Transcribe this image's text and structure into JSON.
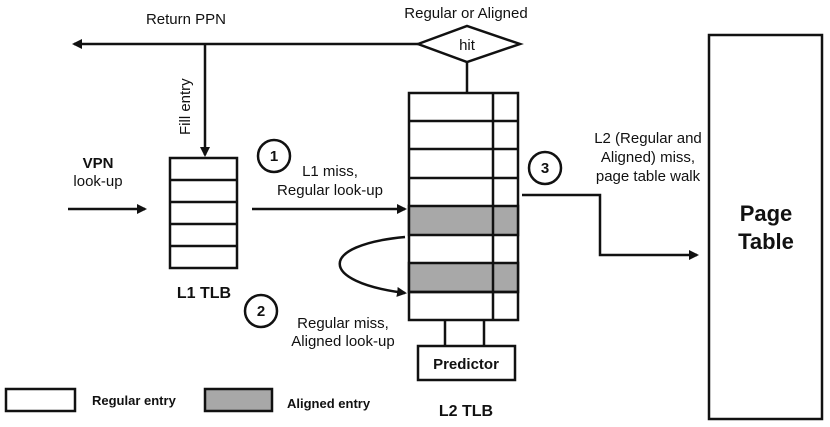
{
  "labels": {
    "return_ppn": "Return PPN",
    "regular_or_aligned": "Regular or Aligned",
    "hit": "hit",
    "fill_entry": "Fill entry",
    "vpn": "VPN",
    "lookup": "look-up",
    "l1_tlb": "L1 TLB",
    "step1_line1": "L1 miss,",
    "step1_line2": "Regular look-up",
    "step2_line1": "Regular miss,",
    "step2_line2": "Aligned look-up",
    "step3_line1": "L2 (Regular and",
    "step3_line2": "Aligned) miss,",
    "step3_line3": "page table walk",
    "page_table_line1": "Page",
    "page_table_line2": "Table",
    "predictor": "Predictor",
    "l2_tlb": "L2 TLB"
  },
  "steps": [
    "1",
    "2",
    "3"
  ],
  "legend": {
    "regular": "Regular entry",
    "aligned": "Aligned entry"
  },
  "colors": {
    "regular_fill": "#ffffff",
    "aligned_fill": "#a8a8a8",
    "stroke": "#111111"
  }
}
